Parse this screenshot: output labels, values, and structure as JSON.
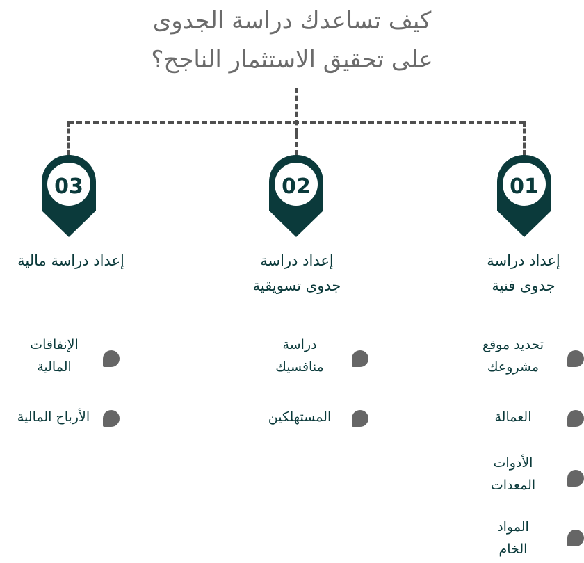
{
  "title": {
    "line1": "كيف تساعدك دراسة الجدوى",
    "line2": "على تحقيق الاستثمار الناجح؟"
  },
  "colors": {
    "title": "#6b6b6b",
    "pin": "#0b3a3b",
    "text": "#0b3a3b",
    "dash": "#4f4f4f",
    "bullet": "#666666"
  },
  "columns": [
    {
      "number": "01",
      "title_line1": "إعداد دراسة",
      "title_line2": "جدوى فنية",
      "items": [
        {
          "line1": "تحديد موقع",
          "line2": "مشروعك"
        },
        {
          "line1": "العمالة",
          "line2": ""
        },
        {
          "line1": "الأدوات",
          "line2": "المعدات"
        },
        {
          "line1": "المواد",
          "line2": "الخام"
        }
      ]
    },
    {
      "number": "02",
      "title_line1": "إعداد دراسة",
      "title_line2": "جدوى تسويقية",
      "items": [
        {
          "line1": "دراسة",
          "line2": "منافسيك"
        },
        {
          "line1": "المستهلكين",
          "line2": ""
        }
      ]
    },
    {
      "number": "03",
      "title_line1": "إعداد دراسة مالية",
      "title_line2": "",
      "items": [
        {
          "line1": "الإنفاقات",
          "line2": "المالية"
        },
        {
          "line1": "الأرباح المالية",
          "line2": ""
        }
      ]
    }
  ]
}
